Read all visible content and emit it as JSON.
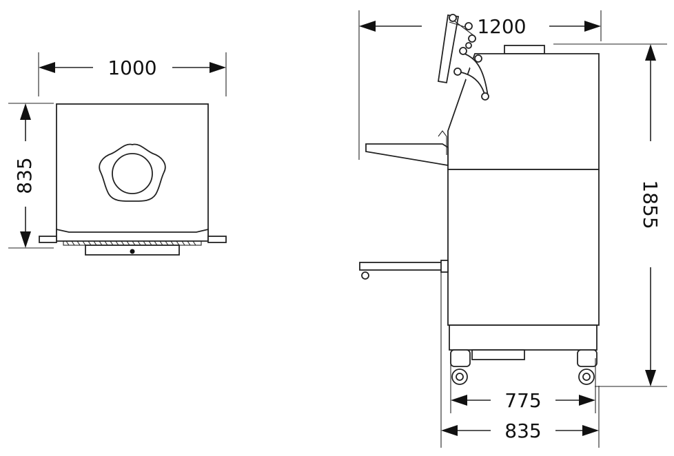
{
  "top_view": {
    "width_label": "1000",
    "depth_label": "835"
  },
  "side_view": {
    "overall_width_label": "1200",
    "height_label": "1855",
    "wheelbase_label": "775",
    "depth_label": "835"
  }
}
